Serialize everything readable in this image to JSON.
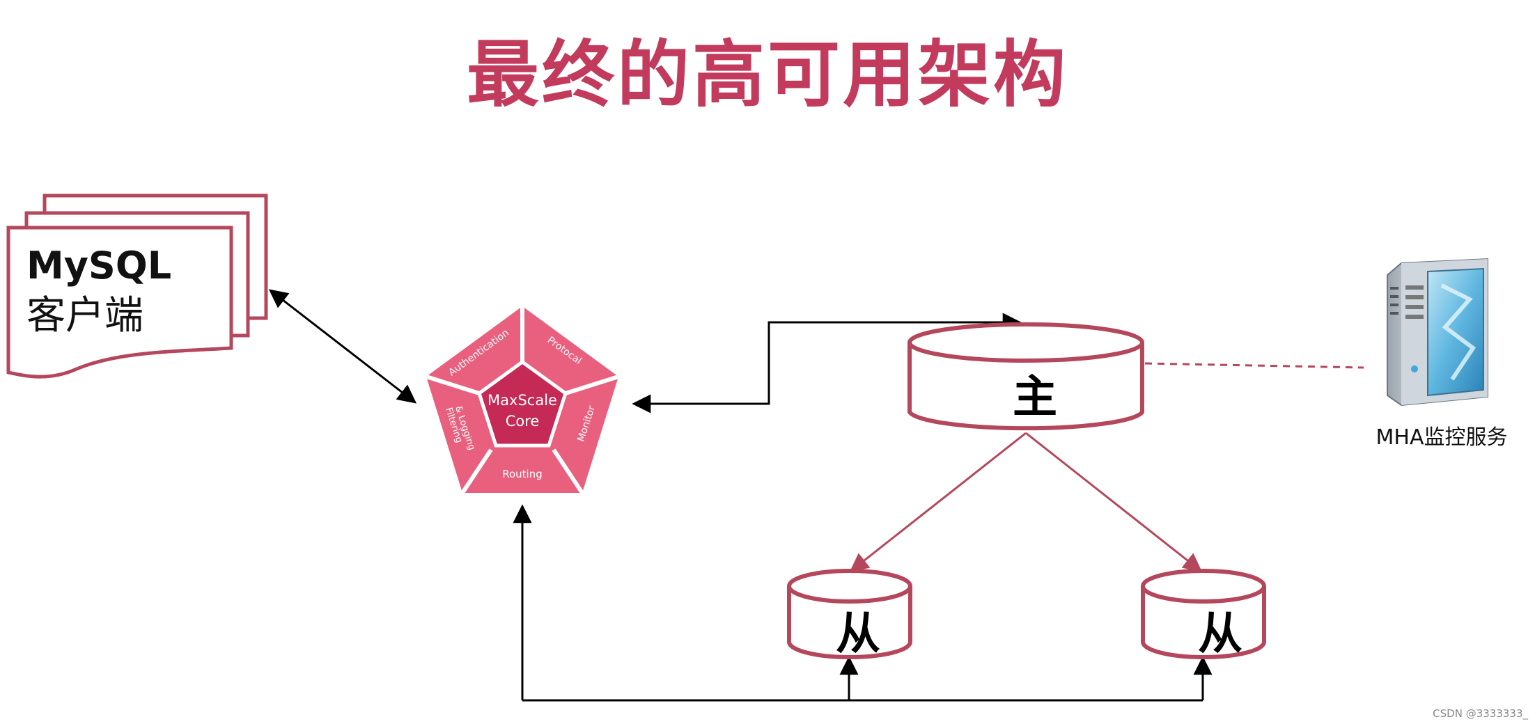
{
  "title": "最终的高可用架构",
  "client": {
    "line1": "MySQL",
    "line2": "客户端"
  },
  "maxscale": {
    "core_line1": "MaxScale",
    "core_line2": "Core",
    "segments": {
      "authentication": "Authentication",
      "protocol": "Protocal",
      "monitor": "Monitor",
      "routing": "Routing",
      "filtering_line1": "Filtering",
      "filtering_line2": "& Logging"
    }
  },
  "master": {
    "label": "主"
  },
  "slave_left": {
    "label": "从"
  },
  "slave_right": {
    "label": "从"
  },
  "mha": {
    "label": "MHA监控服务"
  },
  "watermark": "CSDN @3333333_",
  "colors": {
    "accent": "#c23a5c",
    "db_stroke": "#b5475c",
    "pentagon": "#e8607e",
    "core": "#c42a55",
    "arrow": "#000000"
  }
}
